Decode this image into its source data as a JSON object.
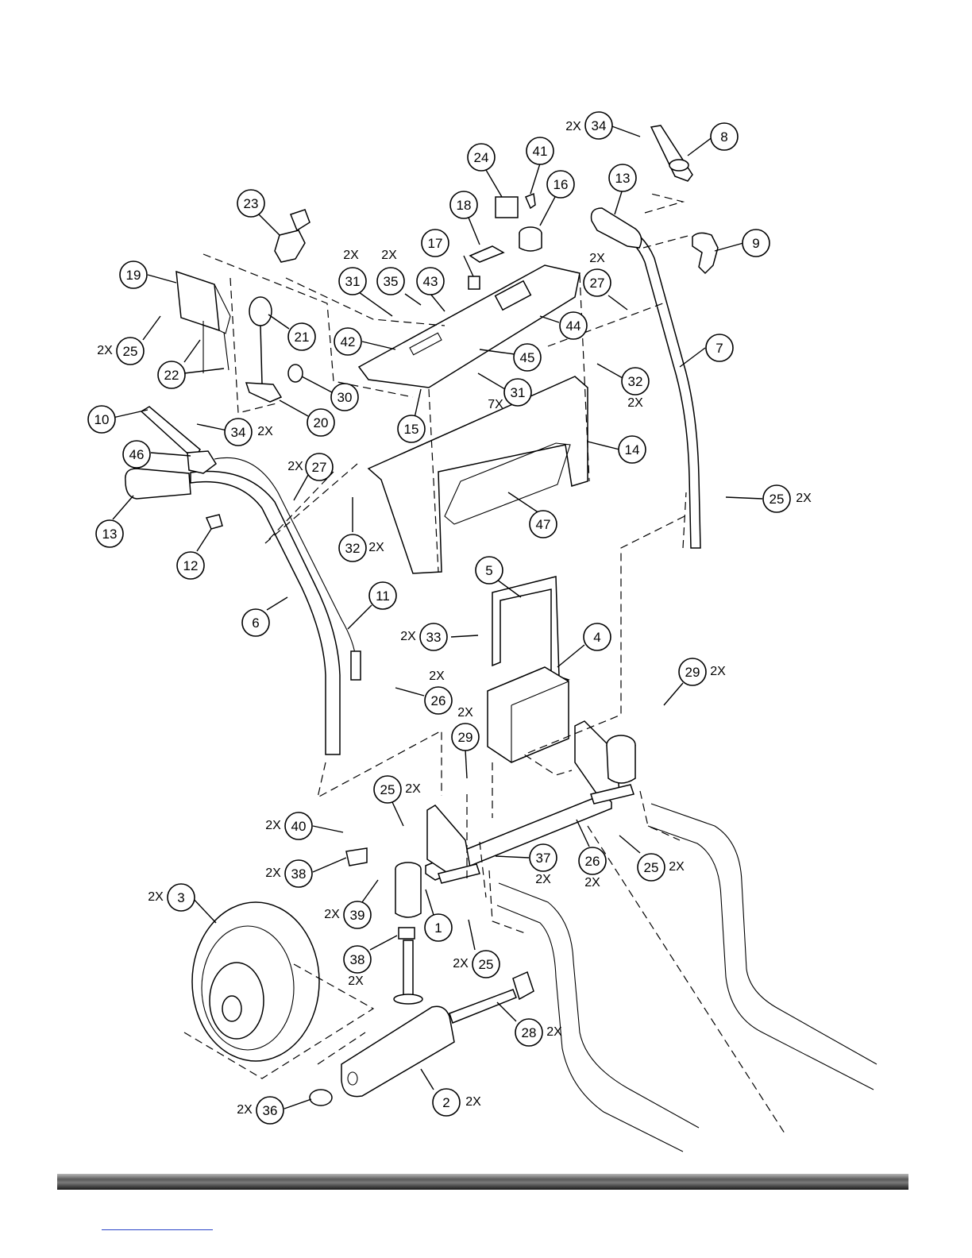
{
  "diagram": {
    "callouts": [
      {
        "id": "c34a",
        "label": "34",
        "qty": "2X"
      },
      {
        "id": "c8",
        "label": "8",
        "qty": ""
      },
      {
        "id": "c41",
        "label": "41",
        "qty": ""
      },
      {
        "id": "c24",
        "label": "24",
        "qty": ""
      },
      {
        "id": "c16",
        "label": "16",
        "qty": ""
      },
      {
        "id": "c13a",
        "label": "13",
        "qty": ""
      },
      {
        "id": "c18",
        "label": "18",
        "qty": ""
      },
      {
        "id": "c23",
        "label": "23",
        "qty": ""
      },
      {
        "id": "c9",
        "label": "9",
        "qty": ""
      },
      {
        "id": "c17",
        "label": "17",
        "qty": ""
      },
      {
        "id": "c19",
        "label": "19",
        "qty": ""
      },
      {
        "id": "c31a",
        "label": "31",
        "qty": "2X"
      },
      {
        "id": "c35",
        "label": "35",
        "qty": "2X"
      },
      {
        "id": "c43",
        "label": "43",
        "qty": ""
      },
      {
        "id": "c27a",
        "label": "27",
        "qty": "2X"
      },
      {
        "id": "c44",
        "label": "44",
        "qty": ""
      },
      {
        "id": "c21",
        "label": "21",
        "qty": ""
      },
      {
        "id": "c25a",
        "label": "25",
        "qty": "2X"
      },
      {
        "id": "c42",
        "label": "42",
        "qty": ""
      },
      {
        "id": "c45",
        "label": "45",
        "qty": ""
      },
      {
        "id": "c7",
        "label": "7",
        "qty": ""
      },
      {
        "id": "c22",
        "label": "22",
        "qty": ""
      },
      {
        "id": "c32a",
        "label": "32",
        "qty": "2X"
      },
      {
        "id": "c30",
        "label": "30",
        "qty": ""
      },
      {
        "id": "c31b",
        "label": "31",
        "qty": "7X"
      },
      {
        "id": "c10",
        "label": "10",
        "qty": ""
      },
      {
        "id": "c34b",
        "label": "34",
        "qty": "2X"
      },
      {
        "id": "c20",
        "label": "20",
        "qty": ""
      },
      {
        "id": "c15",
        "label": "15",
        "qty": ""
      },
      {
        "id": "c14",
        "label": "14",
        "qty": ""
      },
      {
        "id": "c46",
        "label": "46",
        "qty": ""
      },
      {
        "id": "c27b",
        "label": "27",
        "qty": "2X"
      },
      {
        "id": "c25b",
        "label": "25",
        "qty": "2X"
      },
      {
        "id": "c47",
        "label": "47",
        "qty": ""
      },
      {
        "id": "c13b",
        "label": "13",
        "qty": ""
      },
      {
        "id": "c32b",
        "label": "32",
        "qty": "2X"
      },
      {
        "id": "c12",
        "label": "12",
        "qty": ""
      },
      {
        "id": "c5",
        "label": "5",
        "qty": ""
      },
      {
        "id": "c11",
        "label": "11",
        "qty": ""
      },
      {
        "id": "c6",
        "label": "6",
        "qty": ""
      },
      {
        "id": "c33",
        "label": "33",
        "qty": "2X"
      },
      {
        "id": "c4",
        "label": "4",
        "qty": ""
      },
      {
        "id": "c29a",
        "label": "29",
        "qty": "2X"
      },
      {
        "id": "c26a",
        "label": "26",
        "qty": "2X"
      },
      {
        "id": "c29b",
        "label": "29",
        "qty": "2X"
      },
      {
        "id": "c25c",
        "label": "25",
        "qty": "2X"
      },
      {
        "id": "c40",
        "label": "40",
        "qty": "2X"
      },
      {
        "id": "c37",
        "label": "37",
        "qty": "2X"
      },
      {
        "id": "c26b",
        "label": "26",
        "qty": "2X"
      },
      {
        "id": "c25d",
        "label": "25",
        "qty": "2X"
      },
      {
        "id": "c38a",
        "label": "38",
        "qty": "2X"
      },
      {
        "id": "c3",
        "label": "3",
        "qty": "2X"
      },
      {
        "id": "c39",
        "label": "39",
        "qty": "2X"
      },
      {
        "id": "c1",
        "label": "1",
        "qty": ""
      },
      {
        "id": "c38b",
        "label": "38",
        "qty": "2X"
      },
      {
        "id": "c25e",
        "label": "25",
        "qty": "2X"
      },
      {
        "id": "c28",
        "label": "28",
        "qty": "2X"
      },
      {
        "id": "c2",
        "label": "2",
        "qty": "2X"
      },
      {
        "id": "c36",
        "label": "36",
        "qty": "2X"
      }
    ]
  },
  "colors": {
    "line": "#000000",
    "background": "#ffffff",
    "footer_bar": "#3a3a3a",
    "footer_link": "#2a43c8"
  }
}
